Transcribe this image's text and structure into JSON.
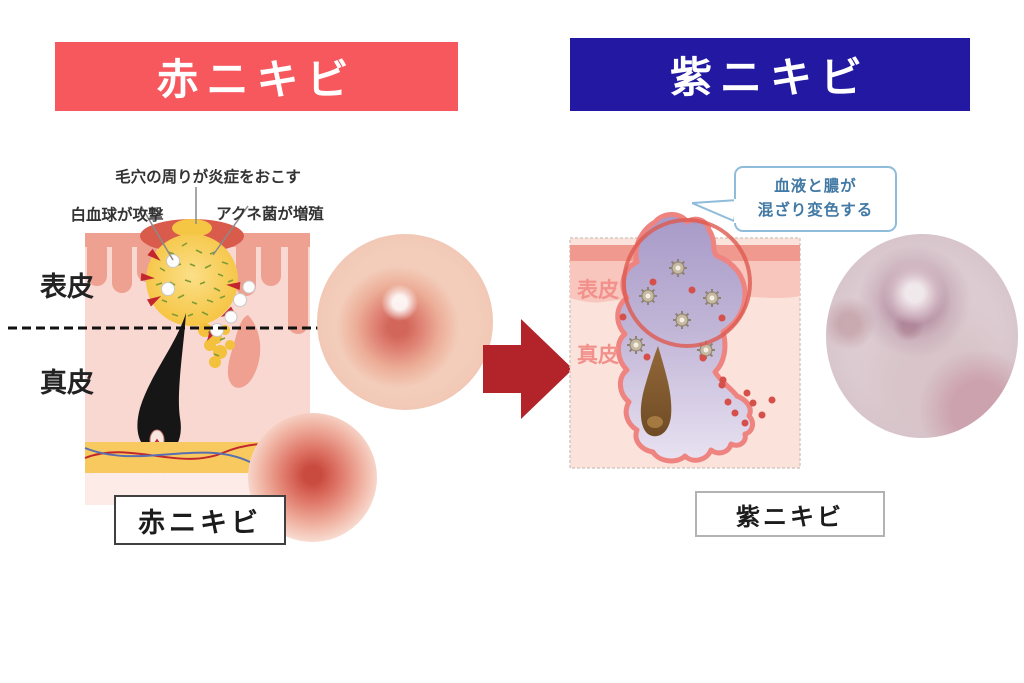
{
  "page": {
    "background": "#FFFFFF"
  },
  "left_panel": {
    "banner_label": "赤ニキビ",
    "banner_color": "#F6585E",
    "caption_label": "赤ニキビ",
    "annotations": {
      "pore_inflammation": "毛穴の周りが炎症をおこす",
      "white_blood_cell_attack": "白血球が攻撃",
      "acne_bacteria_growth": "アクネ菌が増殖"
    },
    "layer_labels": {
      "epidermis": "表皮",
      "dermis": "真皮"
    }
  },
  "right_panel": {
    "banner_label": "紫ニキビ",
    "banner_color": "#2318A2",
    "caption_label": "紫ニキビ",
    "speech_bubble_line1": "血液と膿が",
    "speech_bubble_line2": "混ざり変色する",
    "speech_bubble_text_color": "#4279A4",
    "layer_labels": {
      "epidermis": "表皮",
      "dermis": "真皮"
    }
  },
  "icons": {
    "transition_arrow": "right-arrow",
    "transition_arrow_color": "#B3232A"
  }
}
